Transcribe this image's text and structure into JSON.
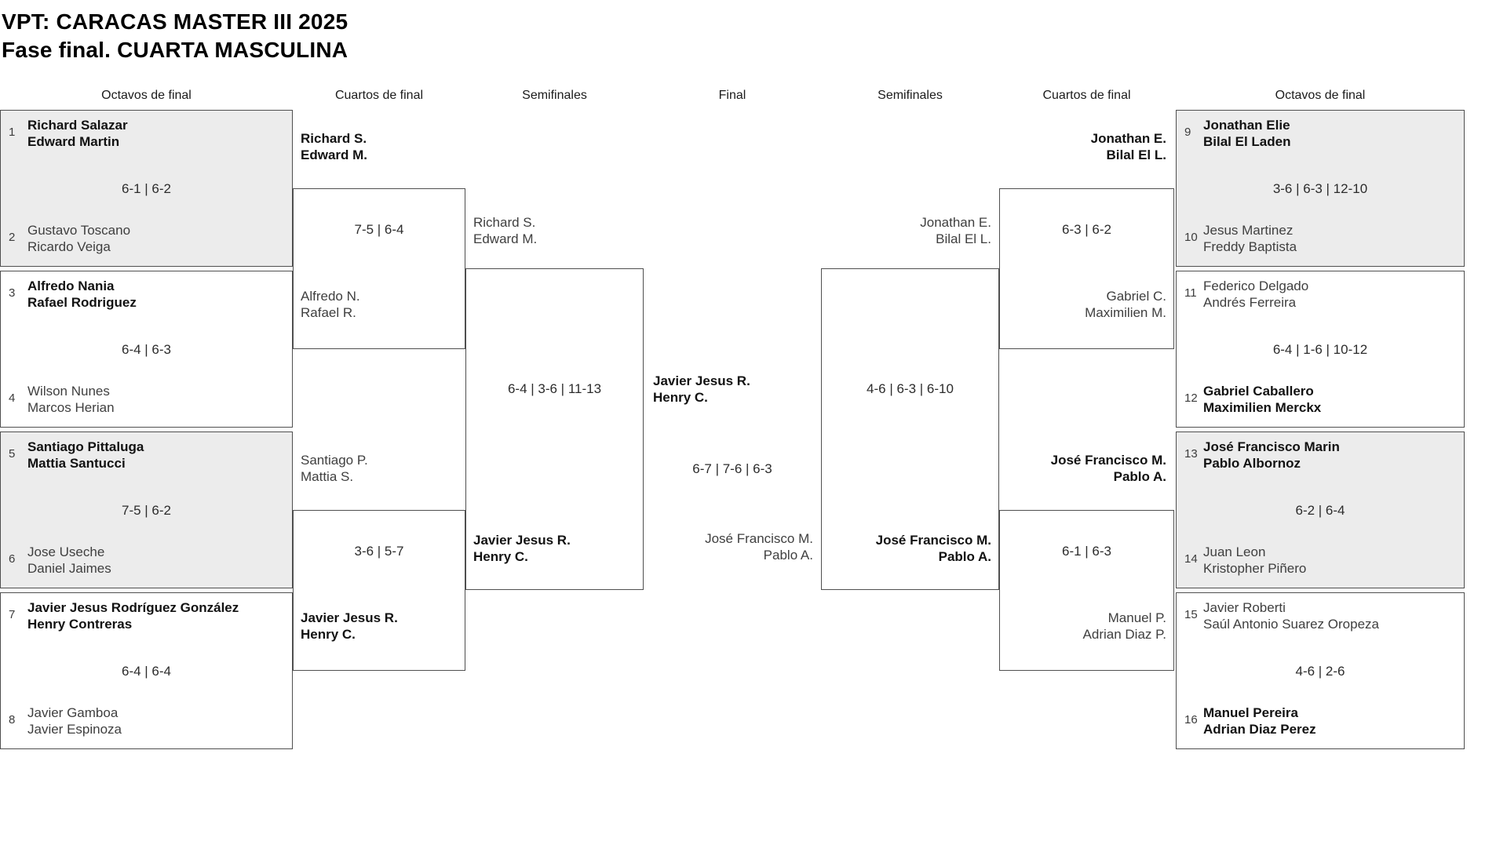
{
  "tournament": {
    "title_line1": "VPT: CARACAS MASTER III 2025",
    "title_line2": "Fase final. CUARTA MASCULINA"
  },
  "colors": {
    "shaded_box": "#ececec",
    "border": "#4f4f4f"
  },
  "round_headers": [
    {
      "label": "Octavos de final"
    },
    {
      "label": "Cuartos de final"
    },
    {
      "label": "Semifinales"
    },
    {
      "label": "Final"
    },
    {
      "label": "Semifinales"
    },
    {
      "label": "Cuartos de final"
    },
    {
      "label": "Octavos de final"
    }
  ],
  "matches": {
    "oct_1_2": {
      "seed_top": "1",
      "top_team": [
        "Richard Salazar",
        "Edward Martin"
      ],
      "score": "6-1 | 6-2",
      "seed_bottom": "2",
      "bottom_team": [
        "Gustavo Toscano",
        "Ricardo Veiga"
      ],
      "winner": "top"
    },
    "oct_3_4": {
      "seed_top": "3",
      "top_team": [
        "Alfredo Nania",
        "Rafael Rodriguez"
      ],
      "score": "6-4 | 6-3",
      "seed_bottom": "4",
      "bottom_team": [
        "Wilson Nunes",
        "Marcos Herian"
      ],
      "winner": "top"
    },
    "oct_5_6": {
      "seed_top": "5",
      "top_team": [
        "Santiago Pittaluga",
        "Mattia Santucci"
      ],
      "score": "7-5 | 6-2",
      "seed_bottom": "6",
      "bottom_team": [
        "Jose Useche",
        "Daniel Jaimes"
      ],
      "winner": "top"
    },
    "oct_7_8": {
      "seed_top": "7",
      "top_team": [
        "Javier Jesus Rodríguez González",
        "Henry Contreras"
      ],
      "score": "6-4 | 6-4",
      "seed_bottom": "8",
      "bottom_team": [
        "Javier Gamboa",
        "Javier Espinoza"
      ],
      "winner": "top"
    },
    "qf_left_top": {
      "p1": [
        "Richard S.",
        "Edward M."
      ],
      "score": "7-5 | 6-4",
      "p2": [
        "Alfredo N.",
        "Rafael R."
      ],
      "winner": "p1"
    },
    "qf_left_bottom": {
      "p1": [
        "Santiago P.",
        "Mattia S."
      ],
      "score": "3-6 | 5-7",
      "p2": [
        "Javier Jesus R.",
        "Henry C."
      ],
      "winner": "p2"
    },
    "sf_left": {
      "p1": [
        "Richard S.",
        "Edward M."
      ],
      "score": "6-4 | 3-6 | 11-13",
      "p2": [
        "Javier Jesus R.",
        "Henry C."
      ],
      "winner": "p2"
    },
    "final": {
      "p1": [
        "Javier Jesus R.",
        "Henry C."
      ],
      "score": "6-7 | 7-6 | 6-3",
      "p2": [
        "José Francisco M.",
        "Pablo A."
      ],
      "winner": "p1"
    },
    "sf_right": {
      "p1": [
        "Jonathan E.",
        "Bilal El L."
      ],
      "score": "4-6 | 6-3 | 6-10",
      "p2": [
        "José Francisco M.",
        "Pablo A."
      ],
      "winner": "p2"
    },
    "qf_right_top": {
      "p1": [
        "Jonathan E.",
        "Bilal El L."
      ],
      "score": "6-3 | 6-2",
      "p2": [
        "Gabriel C.",
        "Maximilien M."
      ],
      "winner": "p1"
    },
    "qf_right_bottom": {
      "p1": [
        "José Francisco M.",
        "Pablo A."
      ],
      "score": "6-1 | 6-3",
      "p2": [
        "Manuel P.",
        "Adrian Diaz P."
      ],
      "winner": "p1"
    },
    "oct_9_10": {
      "seed_top": "9",
      "top_team": [
        "Jonathan Elie",
        "Bilal El Laden"
      ],
      "score": "3-6 | 6-3 | 12-10",
      "seed_bottom": "10",
      "bottom_team": [
        "Jesus Martinez",
        "Freddy Baptista"
      ],
      "winner": "top"
    },
    "oct_11_12": {
      "seed_top": "11",
      "top_team": [
        "Federico Delgado",
        "Andrés Ferreira"
      ],
      "score": "6-4 | 1-6 | 10-12",
      "seed_bottom": "12",
      "bottom_team": [
        "Gabriel Caballero",
        "Maximilien Merckx"
      ],
      "winner": "bottom"
    },
    "oct_13_14": {
      "seed_top": "13",
      "top_team": [
        "José Francisco Marin",
        "Pablo Albornoz"
      ],
      "score": "6-2 | 6-4",
      "seed_bottom": "14",
      "bottom_team": [
        "Juan Leon",
        "Kristopher Piñero"
      ],
      "winner": "top"
    },
    "oct_15_16": {
      "seed_top": "15",
      "top_team": [
        "Javier Roberti",
        "Saúl Antonio Suarez Oropeza"
      ],
      "score": "4-6 | 2-6",
      "seed_bottom": "16",
      "bottom_team": [
        "Manuel Pereira",
        "Adrian Diaz Perez"
      ],
      "winner": "bottom"
    }
  }
}
